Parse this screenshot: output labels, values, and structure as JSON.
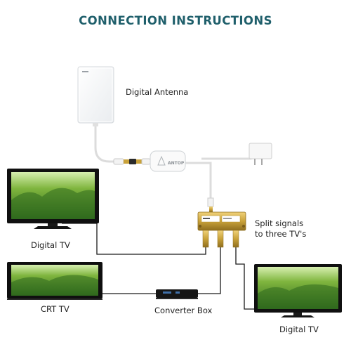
{
  "title": "CONNECTION INSTRUCTIONS",
  "labels": {
    "digital_antenna": "Digital Antenna",
    "split_line1": "Split signals",
    "split_line2": "to three TV's",
    "digital_tv_left": "Digital TV",
    "crt_tv": "CRT TV",
    "converter_box": "Converter Box",
    "digital_tv_right": "Digital TV"
  },
  "amplifier_brand": "ANTOP",
  "colors": {
    "title": "#1f5f6b",
    "cable": "#1a1a1a",
    "white_cable": "#e6e6e6",
    "splitter_gold": "#c9a23a",
    "tv_frame": "#101010",
    "screen_green": "#4f8d2a"
  }
}
